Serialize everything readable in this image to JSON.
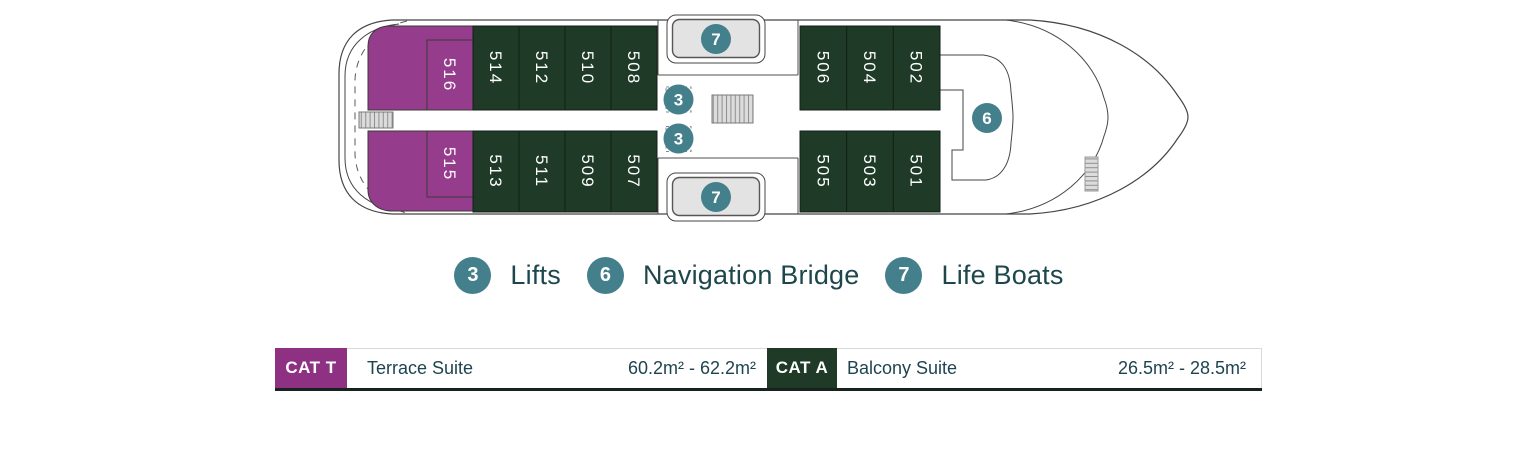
{
  "colors": {
    "terrace_cabin": "#963C8C",
    "balcony_cabin": "#1F3A27",
    "cabin_outline": "#132017",
    "icon_circle": "#44808C",
    "cat_t_bg": "#8E3183",
    "cat_a_bg": "#1F3A27"
  },
  "deck": {
    "rows": {
      "port_aft": [
        "516",
        "514",
        "512",
        "510",
        "508"
      ],
      "starboard_aft": [
        "515",
        "513",
        "511",
        "509",
        "507"
      ],
      "port_forward": [
        "506",
        "504",
        "502"
      ],
      "starboard_forward": [
        "505",
        "503",
        "501"
      ]
    }
  },
  "legend": {
    "items": [
      {
        "number": "3",
        "label": "Lifts"
      },
      {
        "number": "6",
        "label": "Navigation Bridge"
      },
      {
        "number": "7",
        "label": "Life Boats"
      }
    ]
  },
  "categories": [
    {
      "code": "CAT T",
      "name": "Terrace Suite",
      "size": "60.2m² - 62.2m²"
    },
    {
      "code": "CAT A",
      "name": "Balcony Suite",
      "size": "26.5m² - 28.5m²"
    }
  ]
}
